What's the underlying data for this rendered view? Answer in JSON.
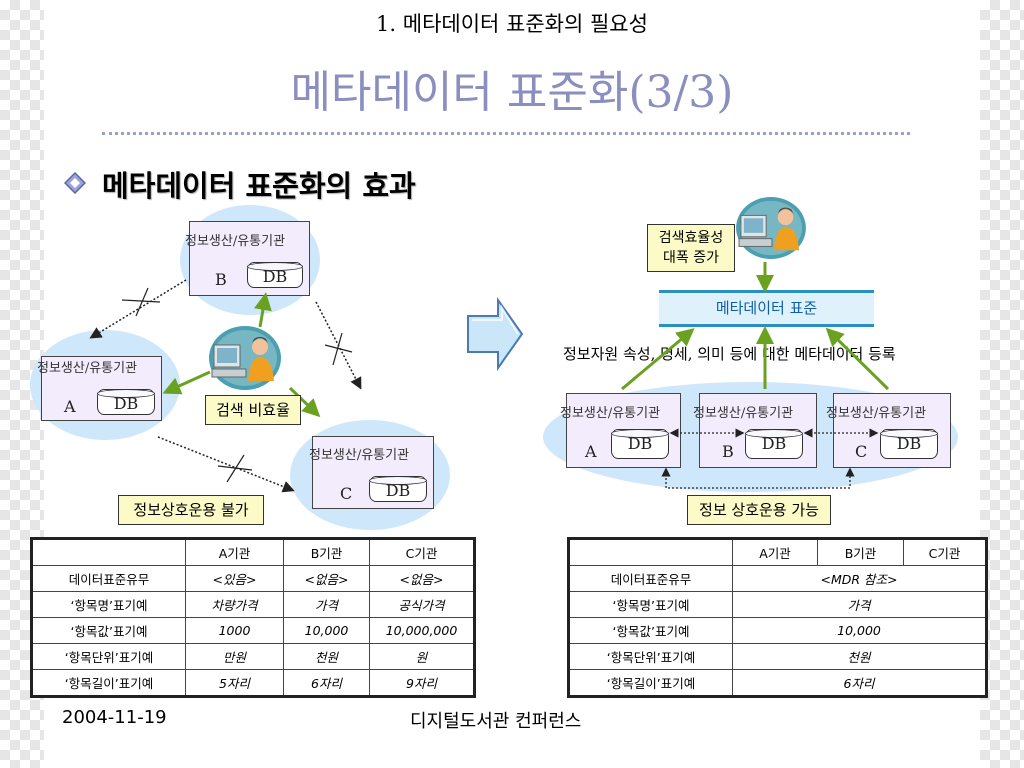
{
  "slide": {
    "subtitle": "1. 메타데이터 표준화의 필요성",
    "title": "메타데이터 표준화(3/3)",
    "bullet": "메타데이터 표준화의 효과",
    "footer_date": "2004-11-19",
    "footer_event": "디지털도서관 컨퍼런스"
  },
  "left_diagram": {
    "org_label": "정보생산/유통기관",
    "db_label": "DB",
    "org_a": "A",
    "org_b": "B",
    "org_c": "C",
    "search_note": "검색 비효율",
    "interop_note": "정보상호운용 불가"
  },
  "right_diagram": {
    "search_note_line1": "검색효율성",
    "search_note_line2": "대폭 증가",
    "mdr_label": "메타데이터 표준",
    "description": "정보자원 속성, 명세, 의미 등에 대한 메타데이터 등록",
    "org_label": "정보생산/유통기관",
    "db_label": "DB",
    "org_a": "A",
    "org_b": "B",
    "org_c": "C",
    "interop_note": "정보 상호운용 가능"
  },
  "colors": {
    "title": "#8b8fbf",
    "ellipse": "#cfe7fb",
    "org_box": "#f3ecfd",
    "note_box": "#fcfbc8",
    "arrow_green": "#6aa121",
    "mdr_border": "#2a8fc1"
  },
  "left_table": {
    "headers": [
      "",
      "A기관",
      "B기관",
      "C기관"
    ],
    "rows": [
      [
        "데이터표준유무",
        "<있음>",
        "<없음>",
        "<없음>"
      ],
      [
        "‘항목명’표기예",
        "차량가격",
        "가격",
        "공식가격"
      ],
      [
        "‘항목값’표기예",
        "1000",
        "10,000",
        "10,000,000"
      ],
      [
        "‘항목단위’표기예",
        "만원",
        "천원",
        "원"
      ],
      [
        "‘항목길이’표기예",
        "5자리",
        "6자리",
        "9자리"
      ]
    ]
  },
  "right_table": {
    "headers": [
      "",
      "A기관",
      "B기관",
      "C기관"
    ],
    "rows": [
      [
        "데이터표준유무",
        "<MDR 참조>"
      ],
      [
        "‘항목명’표기예",
        "가격"
      ],
      [
        "‘항목값’표기예",
        "10,000"
      ],
      [
        "‘항목단위’표기예",
        "천원"
      ],
      [
        "‘항목길이’표기예",
        "6자리"
      ]
    ]
  }
}
